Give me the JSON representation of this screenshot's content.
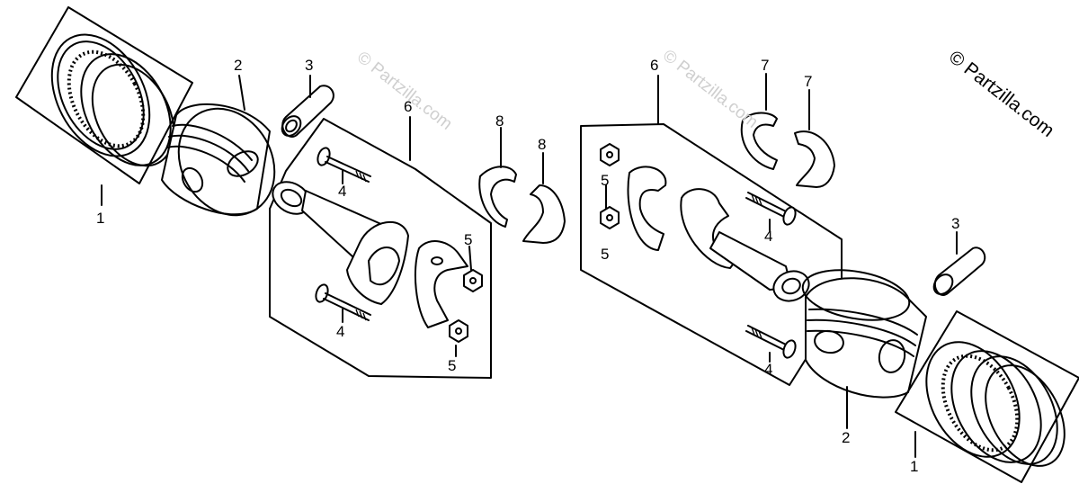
{
  "watermark": {
    "main": "© Partzilla.com",
    "faint": "© Partzilla.com"
  },
  "callouts": {
    "l1": "1",
    "l2": "2",
    "l3": "3",
    "l4a": "4",
    "l4b": "4",
    "l5a": "5",
    "l5b": "5",
    "l6": "6",
    "l8a": "8",
    "l8b": "8",
    "r6": "6",
    "r7a": "7",
    "r7b": "7",
    "r5a": "5",
    "r5b": "5",
    "r4a": "4",
    "r4b": "4",
    "r3": "3",
    "r2": "2",
    "r1": "1"
  }
}
